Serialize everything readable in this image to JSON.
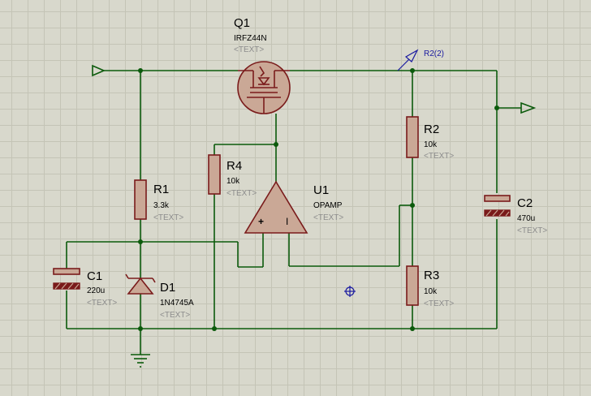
{
  "schematic": {
    "placeholder_text": "<TEXT>",
    "colors": {
      "background": "#d8d8cc",
      "grid": "#c4c4b6",
      "wire": "#0b5a0b",
      "component_outline": "#7a1b1b",
      "component_fill": "#caa896",
      "probe": "#1a1aa0"
    },
    "components": {
      "q1": {
        "ref": "Q1",
        "value": "IRFZ44N"
      },
      "r1": {
        "ref": "R1",
        "value": "3.3k"
      },
      "r2": {
        "ref": "R2",
        "value": "10k"
      },
      "r3": {
        "ref": "R3",
        "value": "10k"
      },
      "r4": {
        "ref": "R4",
        "value": "10k"
      },
      "c1": {
        "ref": "C1",
        "value": "220u"
      },
      "c2": {
        "ref": "C2",
        "value": "470u"
      },
      "d1": {
        "ref": "D1",
        "value": "1N4745A"
      },
      "u1": {
        "ref": "U1",
        "value": "OPAMP",
        "plus_sign": "+",
        "minus_sign": "I"
      }
    },
    "probe": {
      "label": "R2(2)"
    },
    "terminals": {
      "input": {
        "icon": "input-terminal-arrow"
      },
      "output": {
        "icon": "output-terminal-arrow"
      },
      "ground": {
        "icon": "ground-icon"
      }
    }
  }
}
